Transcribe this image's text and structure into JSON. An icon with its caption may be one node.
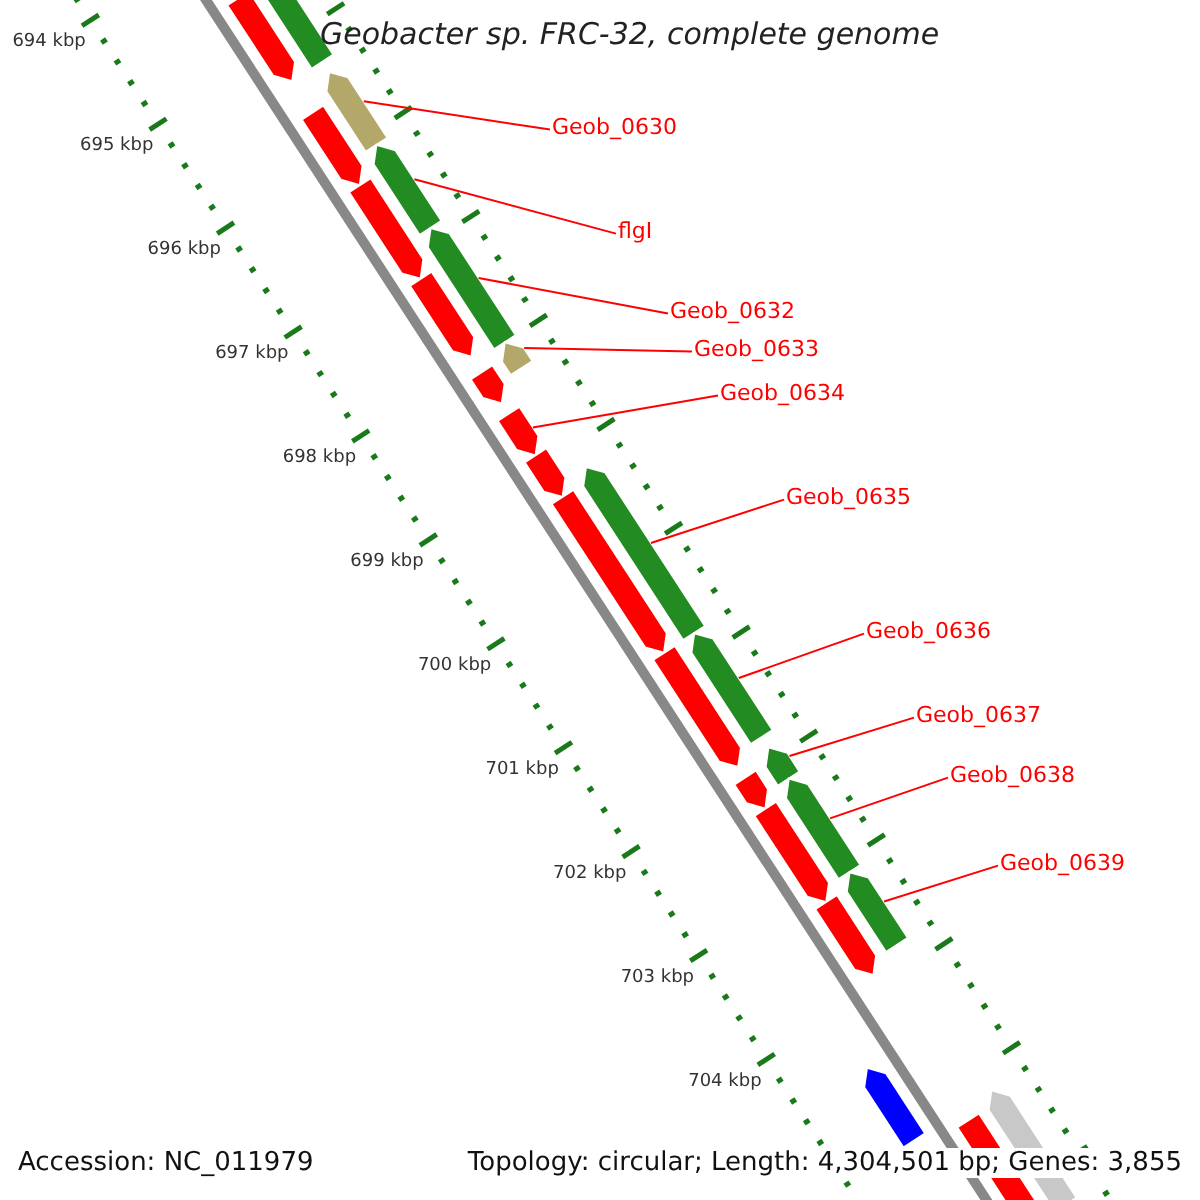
{
  "diagram": {
    "title": "Geobacter sp. FRC-32, complete genome",
    "nodes": [
      {
        "text": [
          "Geob_0630"
        ]
      },
      {
        "text": [],
        "shape": "bar"
      },
      {
        "text": [
          "flgI"
        ]
      },
      {
        "text": [],
        "shape": "bar"
      },
      {
        "text": [
          "Geob_0632"
        ]
      },
      {
        "text": [],
        "shape": "bar"
      },
      {
        "text": [
          "Geob_0633"
        ]
      },
      {
        "text": [],
        "shape": "bar"
      },
      {
        "text": [
          "Geob_0634"
        ]
      },
      {
        "text": [],
        "shape": "bar"
      },
      {
        "text": [
          "Geob_0635"
        ]
      },
      {
        "text": [],
        "shape": "bar"
      },
      {
        "text": [
          "Geob_0636"
        ]
      },
      {
        "text": [],
        "shape": "bar"
      },
      {
        "text": [
          "Geob_0637"
        ]
      },
      {
        "text": [],
        "shape": "bar"
      },
      {
        "text": [
          "Geob_0638"
        ]
      },
      {
        "text": [],
        "shape": "bar"
      },
      {
        "text": [
          "Geob_0639"
        ]
      },
      {
        "text": [],
        "shape": "bar"
      },
      {
        "text": [],
        "shape": "bar"
      },
      {
        "text": [],
        "shape": "bar"
      },
      {
        "text": [],
        "shape": "bar"
      },
      {
        "text": [],
        "shape": "bar"
      },
      {
        "text": [],
        "shape": "bar"
      },
      {
        "text": [],
        "shape": "bar"
      },
      {
        "text": [],
        "shape": "bar"
      },
      {
        "text": [],
        "shape": "bar"
      },
      {
        "text": [],
        "shape": "bar"
      },
      {
        "text": [],
        "shape": "bar"
      },
      {
        "text": [],
        "shape": "bar"
      },
      {
        "text": [],
        "shape": "bar"
      },
      {
        "text": [],
        "shape": "bar"
      },
      {
        "text": [],
        "shape": "bar"
      },
      {
        "text": [],
        "shape": "bar"
      }
    ],
    "edges": [
      {
        "from": 0,
        "to": 1,
        "arrow": "none"
      },
      {
        "from": 2,
        "to": 3,
        "arrow": "none"
      },
      {
        "from": 4,
        "to": 5,
        "arrow": "none"
      },
      {
        "from": 6,
        "to": 7,
        "arrow": "none"
      },
      {
        "from": 8,
        "to": 9,
        "arrow": "none"
      },
      {
        "from": 10,
        "to": 11,
        "arrow": "none"
      },
      {
        "from": 12,
        "to": 13,
        "arrow": "none"
      },
      {
        "from": 14,
        "to": 15,
        "arrow": "none"
      },
      {
        "from": 16,
        "to": 17,
        "arrow": "none"
      },
      {
        "from": 18,
        "to": 19,
        "arrow": "none"
      }
    ],
    "labels": [
      "694 kbp",
      "695 kbp",
      "696 kbp",
      "697 kbp",
      "698 kbp",
      "699 kbp",
      "700 kbp",
      "701 kbp",
      "702 kbp",
      "703 kbp",
      "704 kbp",
      "Accession: NC_011979",
      "Topology: circular; Length: 4,304,501 bp; Genes: 3,855"
    ]
  }
}
